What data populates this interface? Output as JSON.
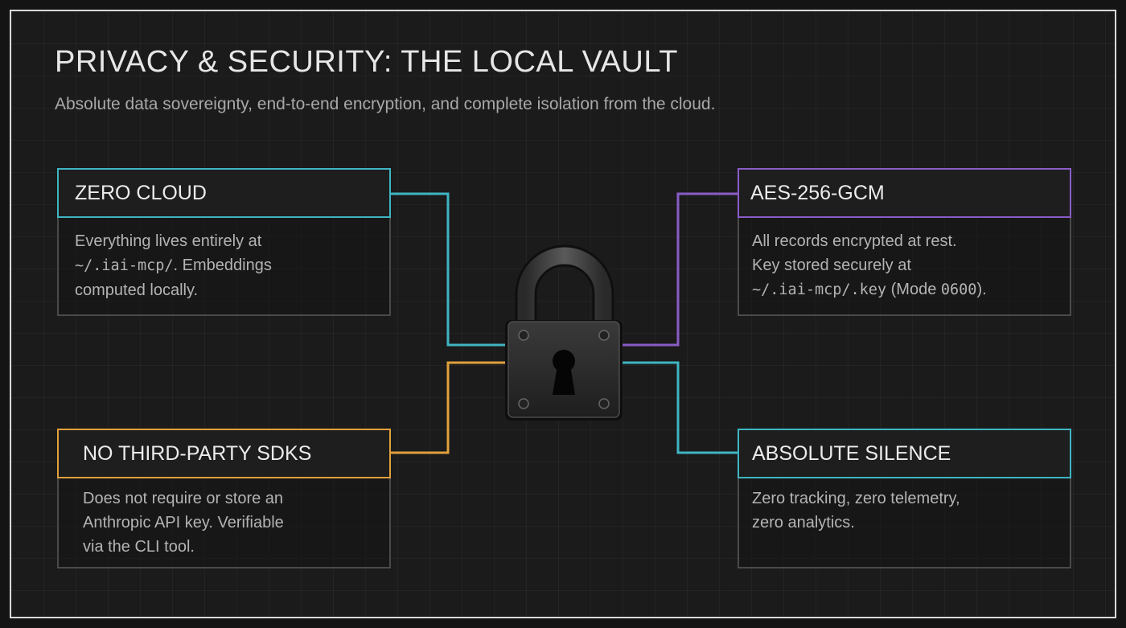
{
  "header": {
    "title": "PRIVACY & SECURITY: THE LOCAL VAULT",
    "subtitle": "Absolute data sovereignty, end-to-end encryption, and complete isolation from the cloud."
  },
  "cards": {
    "zero_cloud": {
      "title": "ZERO CLOUD",
      "accent": "#3fb5c2",
      "lines": [
        {
          "text": "Everything lives entirely at"
        },
        {
          "code": "~/.iai-mcp/",
          "text": ". Embeddings"
        },
        {
          "text": "computed locally."
        }
      ]
    },
    "aes": {
      "title": "AES-256-GCM",
      "accent": "#8a5cc7",
      "lines": [
        {
          "text": "All records encrypted at rest."
        },
        {
          "text": "Key stored securely at"
        },
        {
          "code": "~/.iai-mcp/.key",
          "text": " (Mode ",
          "code2": "0600",
          "text2": ")."
        }
      ]
    },
    "no_sdk": {
      "title": "NO THIRD-PARTY SDKS",
      "accent": "#e0a03c",
      "lines": [
        {
          "text": "Does not require or store an"
        },
        {
          "text": "Anthropic API key. Verifiable"
        },
        {
          "text": "via the CLI tool."
        }
      ]
    },
    "silence": {
      "title": "ABSOLUTE SILENCE",
      "accent": "#3fb5c2",
      "lines": [
        {
          "text": "Zero tracking, zero telemetry,"
        },
        {
          "text": "zero analytics."
        }
      ]
    }
  },
  "center_icon": "padlock-icon"
}
